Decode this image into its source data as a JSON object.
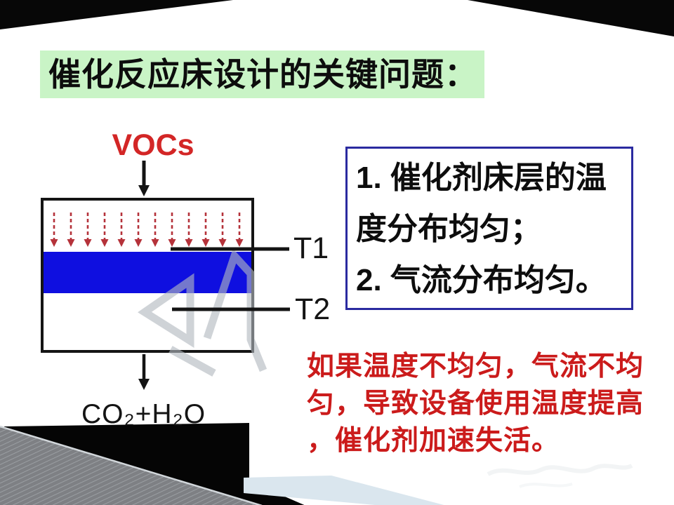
{
  "slide_title": "催化反应床设计的关键问题：",
  "diagram": {
    "inlet_label": "VOCs",
    "outlet_label": "CO₂+H₂O",
    "temp_top_label": "T1",
    "temp_bottom_label": "T2",
    "flow_arrow_count": 12
  },
  "key_points_box": {
    "lines": [
      "1. 催化剂床层的温",
      "度分布均匀；",
      "2. 气流分布均匀。"
    ]
  },
  "warning_text": {
    "lines": [
      "如果温度不均匀，气流不均",
      "匀，导致设备使用温度提高",
      "，催化剂加速失活。"
    ]
  },
  "colors": {
    "title-bg": "#c9f4c6",
    "catalyst-blue": "#0f0fe0",
    "border-blue": "#2a2aa0",
    "warning-red": "#cb1b1b",
    "vocs-red": "#d32626",
    "flow-red": "#b5323a"
  }
}
